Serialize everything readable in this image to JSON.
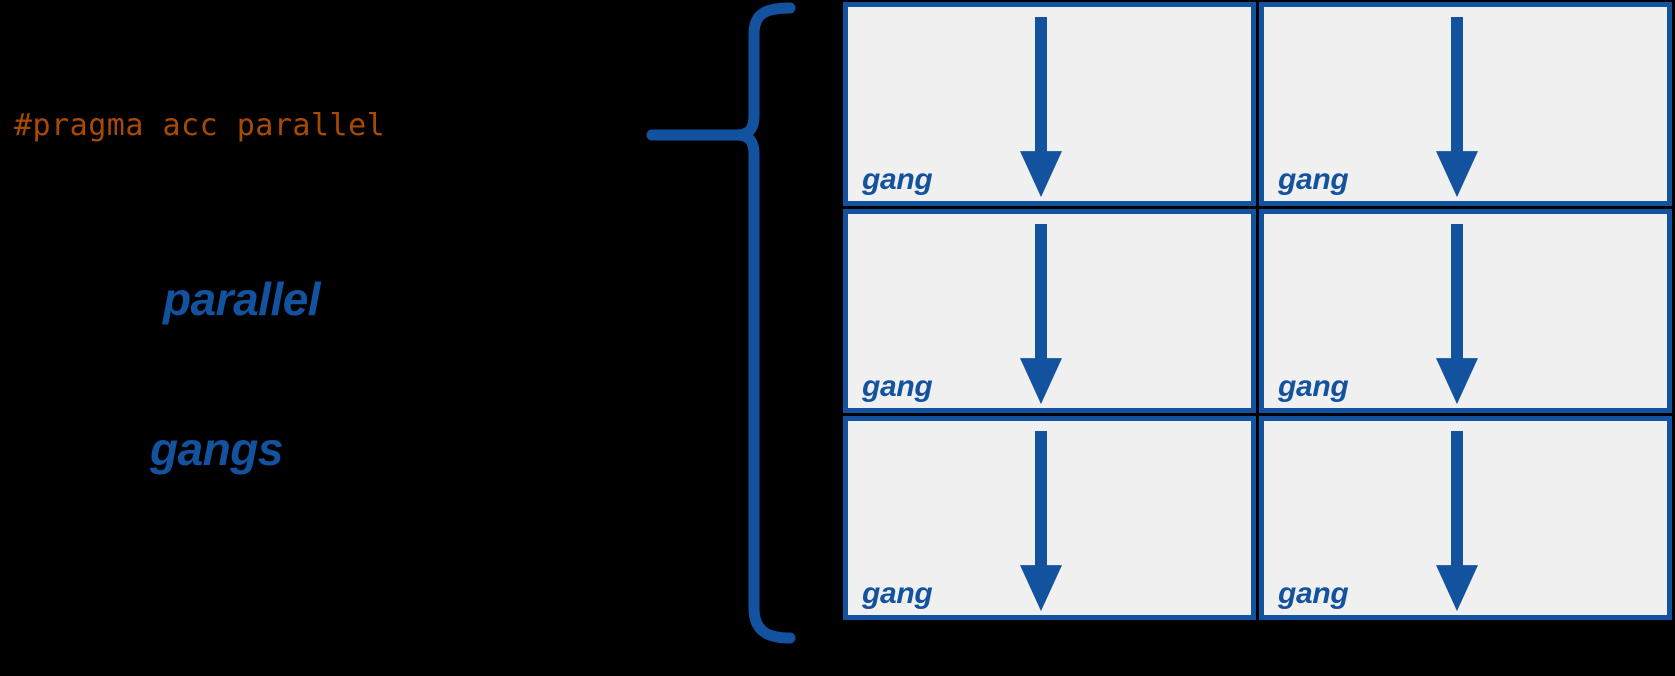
{
  "diagram": {
    "title": "OpenACC parallel region gangs",
    "background_color": "#000000",
    "accent_color": "#12529f",
    "code_color": "#a84a06",
    "cell_fill_color": "#f0f0f0"
  },
  "annotations": {
    "pragma": "#pragma acc parallel",
    "keyword_parallel": "parallel",
    "keyword_gangs": "gangs"
  },
  "brace": {
    "name": "brace-icon",
    "orientation": "opens-right",
    "color": "#12529f"
  },
  "grid": {
    "rows": 3,
    "columns": 2,
    "cells": [
      {
        "label": "gang",
        "arrow": "down-arrow-icon"
      },
      {
        "label": "gang",
        "arrow": "down-arrow-icon"
      },
      {
        "label": "gang",
        "arrow": "down-arrow-icon"
      },
      {
        "label": "gang",
        "arrow": "down-arrow-icon"
      },
      {
        "label": "gang",
        "arrow": "down-arrow-icon"
      },
      {
        "label": "gang",
        "arrow": "down-arrow-icon"
      }
    ]
  }
}
